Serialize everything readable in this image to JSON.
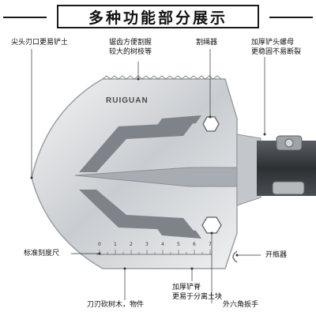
{
  "title": "多种功能部分展示",
  "brand": "RUIGUAN",
  "callouts": {
    "tip_line1": "尖头刃口更易铲土",
    "serration_line1": "锯齿方便割握",
    "serration_line2": "较大的树枝等",
    "rope_cutter": "割绳器",
    "nut_line1": "加厚铲头螺母",
    "nut_line2": "更稳固不易断裂",
    "ruler": "标准刻度尺",
    "bottle_opener": "开瓶器",
    "spine_line1": "加厚铲脊",
    "spine_line2": "更易于分离土块",
    "blade_edge": "刀刃砍树木，物件",
    "hex_wrench": "外六角扳手"
  },
  "ruler_marks": [
    "0",
    "1",
    "2",
    "3",
    "4",
    "5",
    "6",
    "7"
  ],
  "colors": {
    "blade_light": "#e6e8ea",
    "blade_dark": "#8d9399",
    "stripe": "#7d8389",
    "handle": "#3a3d40"
  }
}
